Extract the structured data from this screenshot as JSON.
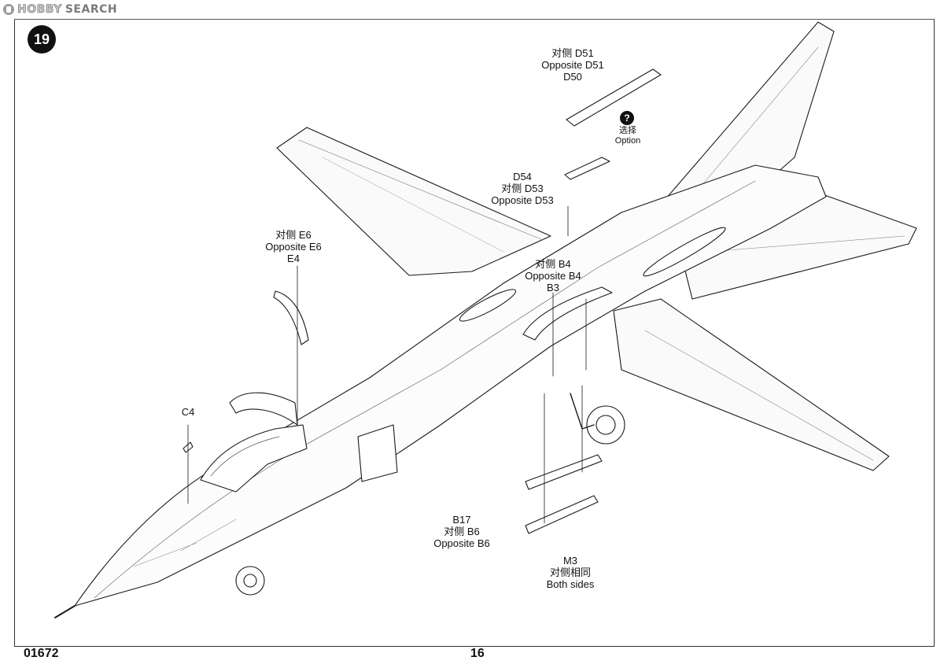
{
  "watermark": {
    "brand_prefix": "HOBBY",
    "brand_suffix": "SEARCH"
  },
  "step": {
    "number": "19"
  },
  "callouts": {
    "d51": [
      "对侧 D51",
      "Opposite D51",
      "D50"
    ],
    "option": [
      "选择",
      "Option"
    ],
    "option_symbol": "?",
    "d54": [
      "D54",
      "对侧 D53",
      "Opposite D53"
    ],
    "e6": [
      "对侧 E6",
      "Opposite E6",
      "E4"
    ],
    "b4": [
      "对侧 B4",
      "Opposite  B4",
      "B3"
    ],
    "c4": [
      "C4"
    ],
    "b17": [
      "B17",
      "对侧 B6",
      "Opposite B6"
    ],
    "m3": [
      "M3",
      "对侧相同",
      "Both sides"
    ]
  },
  "footer": {
    "catalog_number": "01672",
    "page_number": "16"
  }
}
